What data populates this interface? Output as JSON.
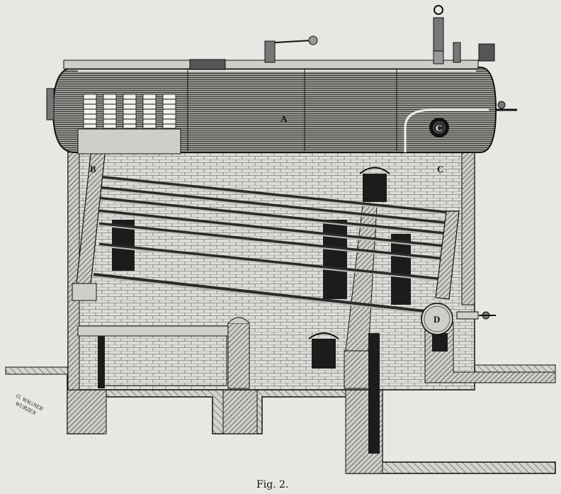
{
  "figure": {
    "caption": "Fig. 2.",
    "labels": {
      "A": "A",
      "B": "B",
      "C_drum": "C",
      "C_wall": "C",
      "D": "D"
    },
    "engraver_signature": [
      "O. WAGNER",
      "WURZEN"
    ],
    "colors": {
      "paper": "#e8e7e3",
      "ink": "#111111",
      "brick": "#d9d8d2",
      "hatch": "#2a2a2a",
      "cutaway": "#f2f1ec"
    }
  }
}
